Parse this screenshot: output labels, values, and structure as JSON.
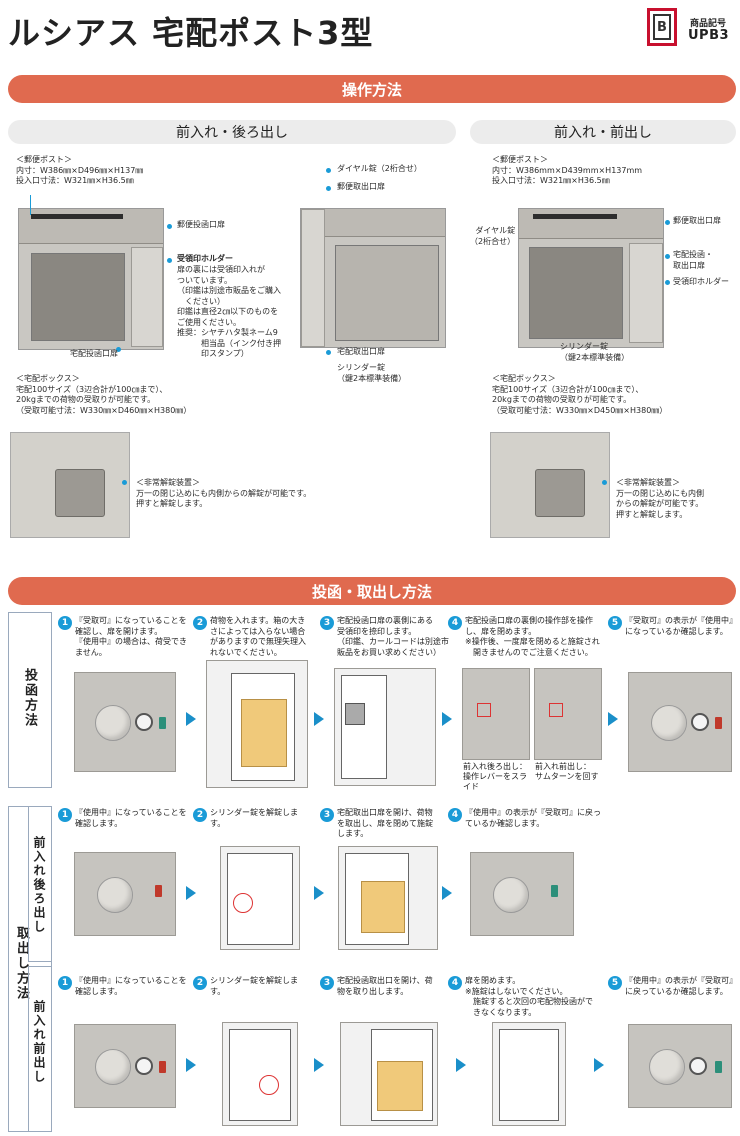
{
  "header": {
    "title": "ルシアス 宅配ポスト3型",
    "logo_letter": "B",
    "code_label": "商品記号",
    "code_value": "UPB3"
  },
  "section1": {
    "title": "操作方法",
    "left_sub": "前入れ・後ろ出し",
    "right_sub": "前入れ・前出し",
    "left": {
      "post_spec": "＜郵便ポスト＞\n内寸：W386㎜×D496㎜×H137㎜\n投入口寸法：W321㎜×H36.5㎜",
      "mail_door": "郵便投函口扉",
      "stamp_holder_title": "受領印ホルダー",
      "stamp_holder_desc": "扉の裏には受領印入れが\nついています。\n（印鑑は別途市販品をご購入\n　ください）\n印鑑は直径2㎝以下のものを\nご使用ください。\n推奨：シヤチハタ製ネーム9\n　　　相当品（インク付き押\n　　　印スタンプ）",
      "parcel_door": "宅配投函口扉",
      "dial_lock": "ダイヤル錠（2桁合せ）",
      "mail_take_door": "郵便取出口扉",
      "parcel_take_door": "宅配取出口扉",
      "cylinder": "シリンダー錠\n（鍵2本標準装備）",
      "box_spec": "＜宅配ボックス＞\n宅配100サイズ（3辺合計が100㎝まで）、\n20kgまでの荷物の受取りが可能です。\n（受取可能寸法：W330㎜×D460㎜×H380㎜）",
      "emergency": "＜非常解錠装置＞\n万一の閉じ込めにも内側からの解錠が可能です。\n押すと解錠します。"
    },
    "right": {
      "post_spec": "＜郵便ポスト＞\n内寸：W386mm×D439mm×H137mm\n投入口寸法：W321㎜×H36.5㎜",
      "mail_take_door": "郵便取出口扉",
      "dial_lock": "ダイヤル錠\n（2桁合せ）",
      "parcel_door": "宅配投函・\n取出口扉",
      "stamp_holder": "受領印ホルダー",
      "cylinder": "シリンダー錠\n（鍵2本標準装備）",
      "box_spec": "＜宅配ボックス＞\n宅配100サイズ（3辺合計が100㎝まで）、\n20kgまでの荷物の受取りが可能です。\n（受取可能寸法：W330㎜×D450㎜×H380㎜）",
      "emergency": "＜非常解錠装置＞\n万一の閉じ込めにも内側\nからの解錠が可能です。\n押すと解錠します。"
    }
  },
  "section2": {
    "title": "投函・取出し方法",
    "deposit_label": "投函方法",
    "takeout_label": "取出し方法",
    "rear_label": "前入れ後ろ出し",
    "front_label": "前入れ前出し",
    "deposit_steps": [
      {
        "n": "1",
        "text": "『受取可』になっていることを\n確認し、扉を開けます。\n『使用中』の場合は、荷受でき\nません。"
      },
      {
        "n": "2",
        "text": "荷物を入れます。箱の大き\nさによっては入らない場合\nがありますので無理矢理入\nれないでください。"
      },
      {
        "n": "3",
        "text": "宅配投函口扉の裏側にある\n受領印を捺印します。\n（印鑑、カールコードは別途市\n販品をお買い求めください）"
      },
      {
        "n": "4",
        "text": "宅配投函口扉の裏側の操作部を操作\nし、扉を閉めます。\n※操作後、一度扉を閉めると施錠され\n　開きませんのでご注意ください。"
      },
      {
        "n": "5",
        "text": "『受取可』の表示が『使用中』\nになっているか確認します。"
      }
    ],
    "deposit_caption_a": "前入れ後ろ出し：\n操作レバーをスラ\nイド",
    "deposit_caption_b": "前入れ前出し：\nサムターンを回す",
    "rear_steps": [
      {
        "n": "1",
        "text": "『使用中』になっていることを\n確認します。"
      },
      {
        "n": "2",
        "text": "シリンダー錠を解錠しま\nす。"
      },
      {
        "n": "3",
        "text": "宅配取出口扉を開け、荷物\nを取出し、扉を閉めて施錠\nします。"
      },
      {
        "n": "4",
        "text": "『使用中』の表示が『受取可』に戻っ\nているか確認します。"
      }
    ],
    "front_steps": [
      {
        "n": "1",
        "text": "『使用中』になっていることを\n確認します。"
      },
      {
        "n": "2",
        "text": "シリンダー錠を解錠しま\nす。"
      },
      {
        "n": "3",
        "text": "宅配投函取出口を開け、荷\n物を取り出します。"
      },
      {
        "n": "4",
        "text": "扉を閉めます。\n※施錠はしないでください。\n　施錠すると次回の宅配物投函がで\n　きなくなります。"
      },
      {
        "n": "5",
        "text": "『使用中』の表示が『受取可』\nに戻っているか確認します。"
      }
    ]
  }
}
